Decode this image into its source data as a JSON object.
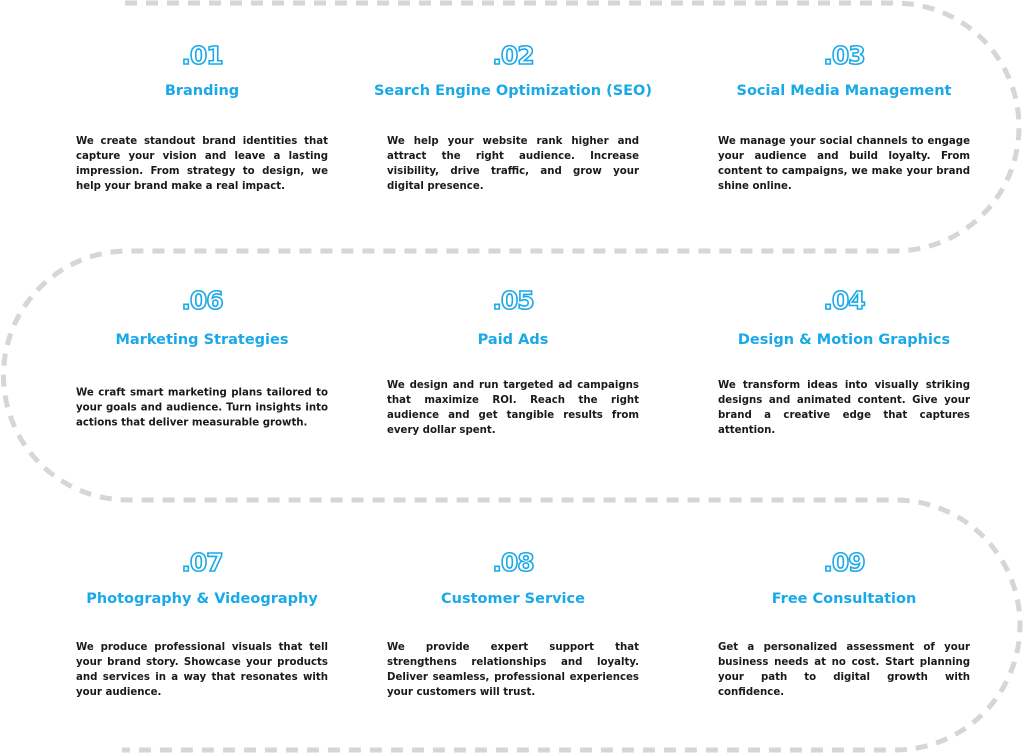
{
  "colors": {
    "accent": "#1aa9e8",
    "text": "#1a1a1a",
    "path": "#d6d6d6"
  },
  "services": [
    {
      "number": ".01",
      "title": "Branding",
      "description": "We create standout brand identities that capture your vision and leave a lasting impression. From strategy to design, we help your brand make a real impact."
    },
    {
      "number": ".02",
      "title": "Search Engine Optimization (SEO)",
      "description": "We help your website rank higher and attract the right audience. Increase visibility, drive traffic, and grow your digital presence."
    },
    {
      "number": ".03",
      "title": "Social Media Management",
      "description": "We manage your social channels to engage your audience and build loyalty. From content to campaigns, we make your brand shine online."
    },
    {
      "number": ".06",
      "title": "Marketing Strategies",
      "description": "We craft smart marketing plans tailored to your goals and audience. Turn insights into actions that deliver measurable growth."
    },
    {
      "number": ".05",
      "title": "Paid Ads",
      "description": "We design and run targeted ad campaigns that maximize ROI. Reach the right audience and get tangible results from every dollar spent."
    },
    {
      "number": ".04",
      "title": "Design & Motion Graphics",
      "description": "We transform ideas into visually striking designs and animated content. Give your brand a creative edge that captures attention."
    },
    {
      "number": ".07",
      "title": "Photography & Videography",
      "description": "We produce professional visuals that tell your brand story. Showcase your products and services in a way that resonates with your audience."
    },
    {
      "number": ".08",
      "title": "Customer Service",
      "description": "We provide expert support that strengthens relationships and loyalty. Deliver seamless, professional experiences your customers will trust."
    },
    {
      "number": ".09",
      "title": "Free Consultation",
      "description": "Get a personalized assessment of your business needs at no cost. Start planning your path to digital growth with confidence."
    }
  ]
}
